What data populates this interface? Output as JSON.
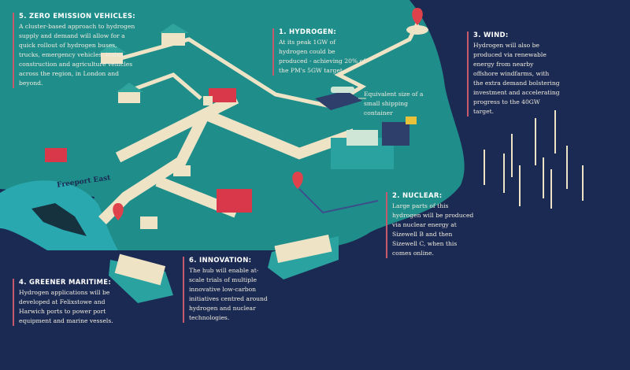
{
  "colors": {
    "sea": "#1b2a52",
    "land": "#1f8e8b",
    "road": "#efe3c6",
    "pin": "#e0424c",
    "accent": "#c65a6c"
  },
  "place_label": "Freeport East",
  "callout": "Equivalent size of a small shipping container",
  "sections": {
    "hydrogen": {
      "title": "1. HYDROGEN:",
      "body": "At its peak 1GW of hydrogen could be produced - achieving 20% of the PM's 5GW target."
    },
    "nuclear": {
      "title": "2. NUCLEAR:",
      "body": "Large parts of this hydrogen will be produced via nuclear energy at Sizewell B and then Sizewell C, when this comes online."
    },
    "wind": {
      "title": "3. WIND:",
      "body": "Hydrogen will also be produced via renewable energy from nearby offshore windfarms, with the extra demand bolstering investment and accelerating progress to the 40GW target."
    },
    "maritime": {
      "title": "4. GREENER MARITIME:",
      "body": "Hydrogen applications will be developed at Felixstowe and Harwich ports to power port equipment and marine vessels."
    },
    "vehicles": {
      "title": "5. ZERO EMISSION VEHICLES:",
      "body": "A cluster-based approach to hydrogen supply and demand will allow for a quick rollout of hydrogen buses, trucks, emergency vehicles, trains, construction and agriculture vehicles across the region, in London and beyond."
    },
    "innovation": {
      "title": "6. INNOVATION:",
      "body": "The hub will enable at-scale trials of multiple innovative low-carbon initiatives centred around hydrogen and nuclear technologies."
    }
  }
}
